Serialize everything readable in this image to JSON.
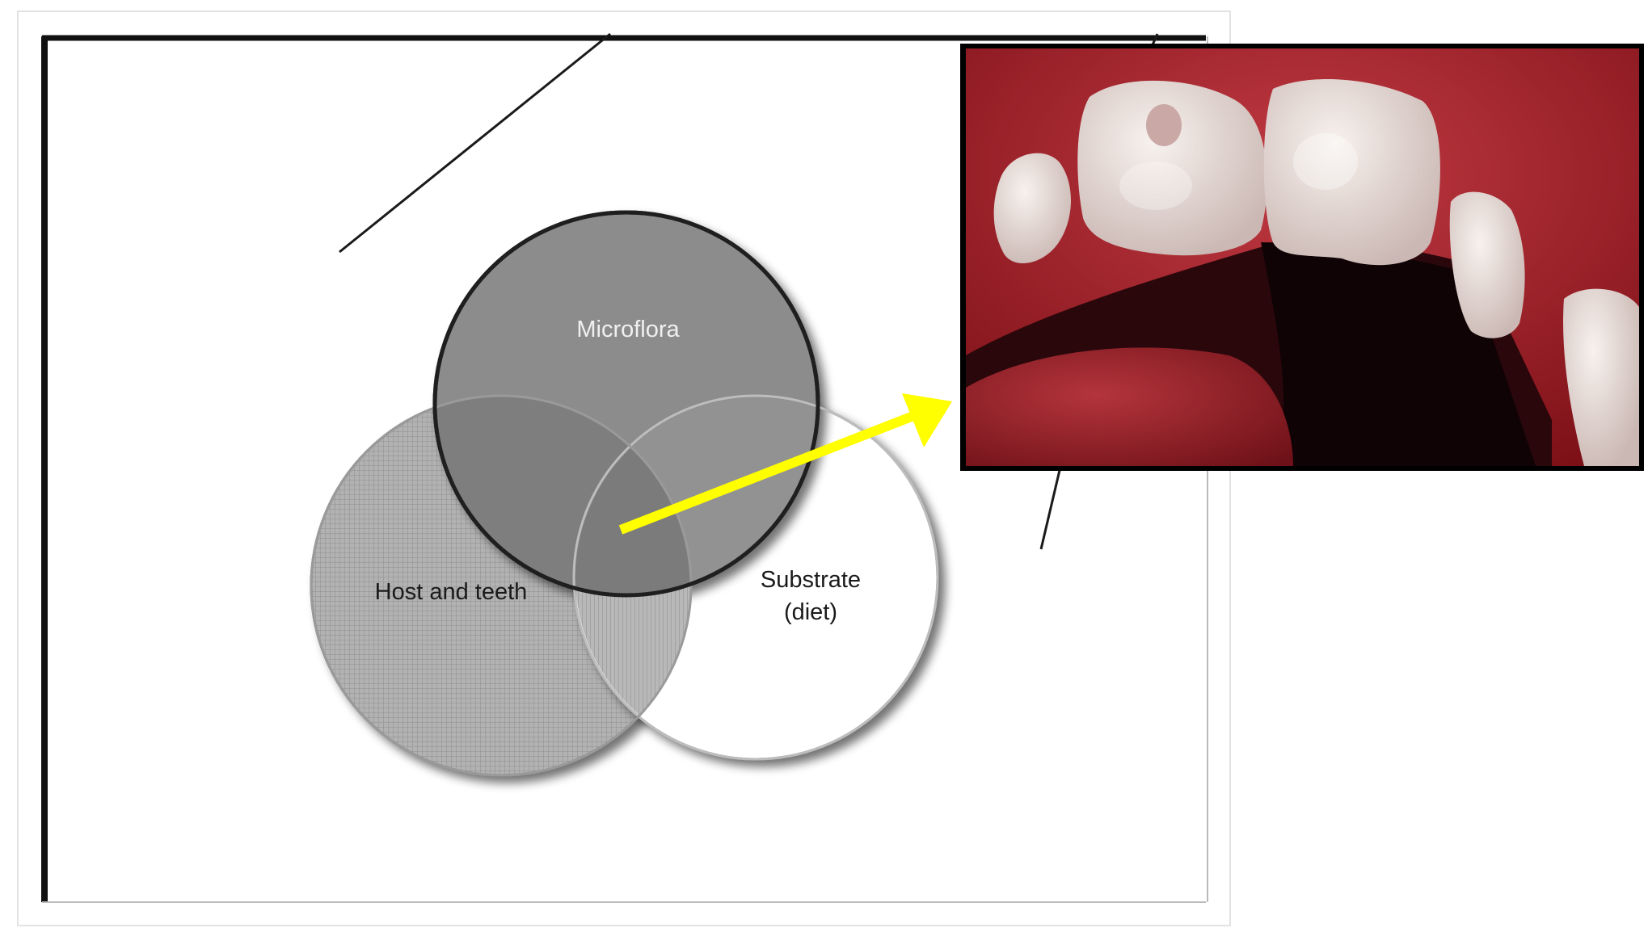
{
  "diagram": {
    "circles": {
      "microflora": {
        "label": "Microflora",
        "fill": "#8c8c8c"
      },
      "host": {
        "label": "Host and teeth",
        "fill": "#a8a8a8"
      },
      "substrate": {
        "label_line1": "Substrate",
        "label_line2": "(diet)",
        "fill": "#ffffff"
      }
    }
  },
  "photo": {
    "subject": "early-childhood-caries-teeth-photo"
  },
  "colors": {
    "arrow": "#ffff00",
    "frame_border": "#000000",
    "gum": "#a8232b",
    "tooth": "#e9e2dc",
    "mouth_dark": "#120406"
  }
}
